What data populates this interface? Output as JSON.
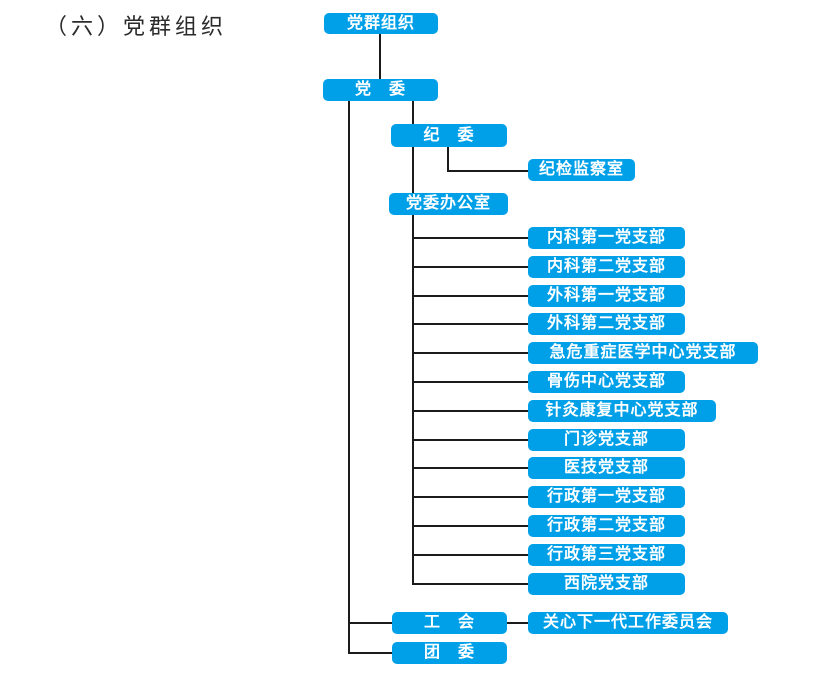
{
  "page": {
    "heading": "（六）党群组织"
  },
  "colors": {
    "node-fill": "#00a0e9",
    "node-text": "#ffffff",
    "connector": "#1d1b1a",
    "heading": "#2b2b2b",
    "page-bg": "#ffffff"
  },
  "org": {
    "root": {
      "label": "党群组织"
    },
    "party_committee": {
      "label": "党　委"
    },
    "discipline_committee": {
      "label": "纪　委"
    },
    "discipline_inspection_office": {
      "label": "纪检监察室"
    },
    "party_committee_office": {
      "label": "党委办公室"
    },
    "branches": [
      {
        "label": "内科第一党支部"
      },
      {
        "label": "内科第二党支部"
      },
      {
        "label": "外科第一党支部"
      },
      {
        "label": "外科第二党支部"
      },
      {
        "label": "急危重症医学中心党支部"
      },
      {
        "label": "骨伤中心党支部"
      },
      {
        "label": "针灸康复中心党支部"
      },
      {
        "label": "门诊党支部"
      },
      {
        "label": "医技党支部"
      },
      {
        "label": "行政第一党支部"
      },
      {
        "label": "行政第二党支部"
      },
      {
        "label": "行政第三党支部"
      },
      {
        "label": "西院党支部"
      }
    ],
    "labor_union": {
      "label": "工　会"
    },
    "next_generation_committee": {
      "label": "关心下一代工作委员会"
    },
    "youth_league": {
      "label": "团　委"
    }
  }
}
